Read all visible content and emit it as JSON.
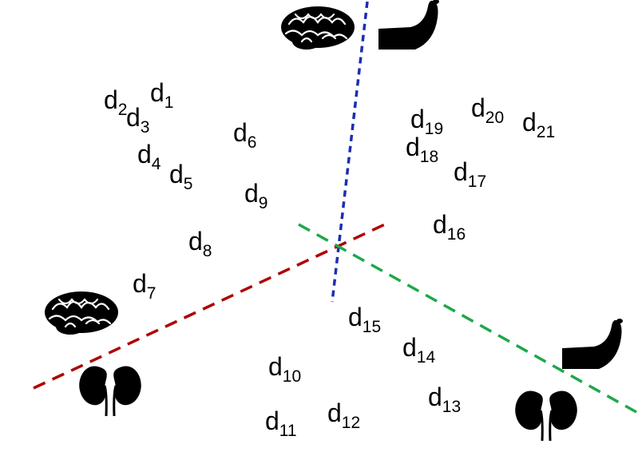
{
  "lines": [
    {
      "name": "blue-dashed-axis",
      "color": "#1a2fb0"
    },
    {
      "name": "red-dashed-axis",
      "color": "#b00000"
    },
    {
      "name": "green-dashed-axis",
      "color": "#1ea84a"
    }
  ],
  "labels": [
    {
      "base": "d",
      "sub": "1"
    },
    {
      "base": "d",
      "sub": "2"
    },
    {
      "base": "d",
      "sub": "3"
    },
    {
      "base": "d",
      "sub": "4"
    },
    {
      "base": "d",
      "sub": "5"
    },
    {
      "base": "d",
      "sub": "6"
    },
    {
      "base": "d",
      "sub": "7"
    },
    {
      "base": "d",
      "sub": "8"
    },
    {
      "base": "d",
      "sub": "9"
    },
    {
      "base": "d",
      "sub": "10"
    },
    {
      "base": "d",
      "sub": "11"
    },
    {
      "base": "d",
      "sub": "12"
    },
    {
      "base": "d",
      "sub": "13"
    },
    {
      "base": "d",
      "sub": "14"
    },
    {
      "base": "d",
      "sub": "15"
    },
    {
      "base": "d",
      "sub": "16"
    },
    {
      "base": "d",
      "sub": "17"
    },
    {
      "base": "d",
      "sub": "18"
    },
    {
      "base": "d",
      "sub": "19"
    },
    {
      "base": "d",
      "sub": "20"
    },
    {
      "base": "d",
      "sub": "21"
    }
  ],
  "icons": [
    {
      "name": "brain-icon"
    },
    {
      "name": "foot-icon"
    },
    {
      "name": "brain-icon"
    },
    {
      "name": "kidneys-icon"
    },
    {
      "name": "foot-icon"
    },
    {
      "name": "kidneys-icon"
    }
  ]
}
